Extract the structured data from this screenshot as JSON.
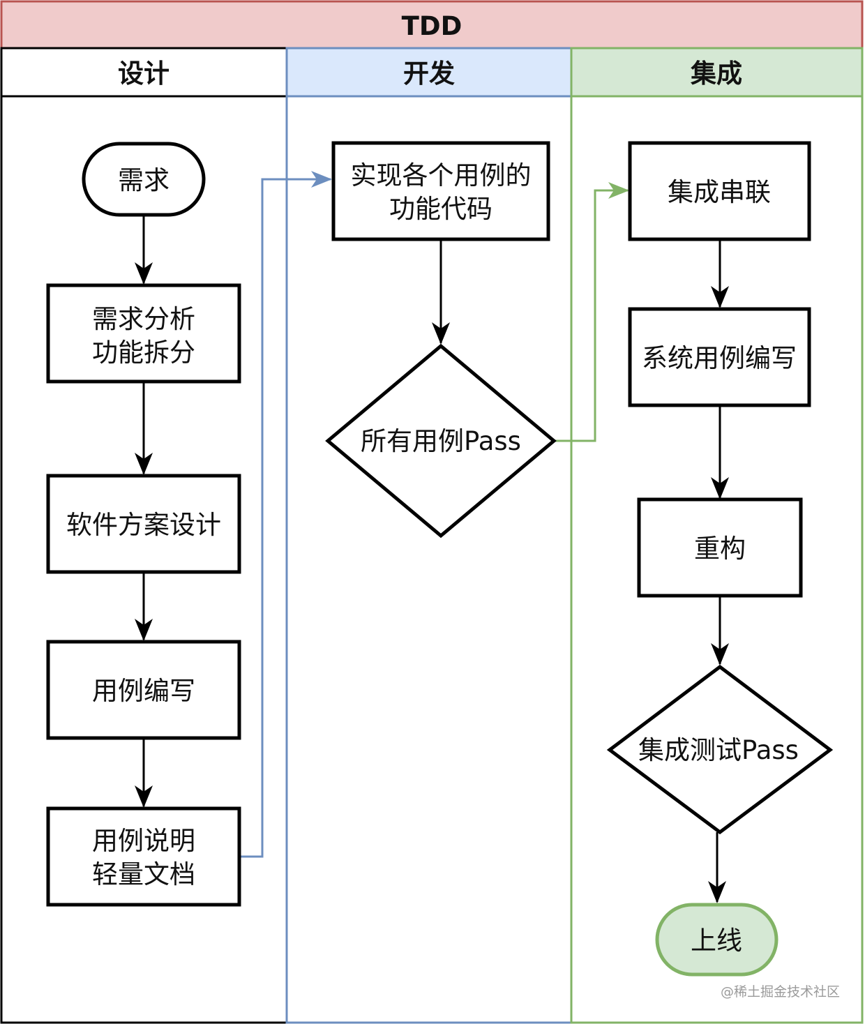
{
  "diagram": {
    "title": "TDD",
    "lanes": [
      {
        "id": "design",
        "label": "设计"
      },
      {
        "id": "develop",
        "label": "开发"
      },
      {
        "id": "integrate",
        "label": "集成"
      }
    ],
    "nodes": {
      "requirement": {
        "lines": [
          "需求"
        ]
      },
      "req_analysis": {
        "lines": [
          "需求分析",
          "功能拆分"
        ]
      },
      "software_design": {
        "lines": [
          "软件方案设计"
        ]
      },
      "case_writing": {
        "lines": [
          "用例编写"
        ]
      },
      "case_doc": {
        "lines": [
          "用例说明",
          "轻量文档"
        ]
      },
      "implement": {
        "lines": [
          "实现各个用例的",
          "功能代码"
        ]
      },
      "all_pass": {
        "lines": [
          "所有用例Pass"
        ]
      },
      "integration_chain": {
        "lines": [
          "集成串联"
        ]
      },
      "system_cases": {
        "lines": [
          "系统用例编写"
        ]
      },
      "refactor": {
        "lines": [
          "重构"
        ]
      },
      "integration_pass": {
        "lines": [
          "集成测试Pass"
        ]
      },
      "go_live": {
        "lines": [
          "上线"
        ]
      }
    },
    "colors": {
      "title_fill": "#f0cbcb",
      "title_stroke": "#b85450",
      "develop_fill": "#dae8fc",
      "develop_stroke": "#6c8ebf",
      "integrate_fill": "#d5e8d4",
      "integrate_stroke": "#82b366"
    }
  },
  "watermark": "@稀土掘金技术社区"
}
